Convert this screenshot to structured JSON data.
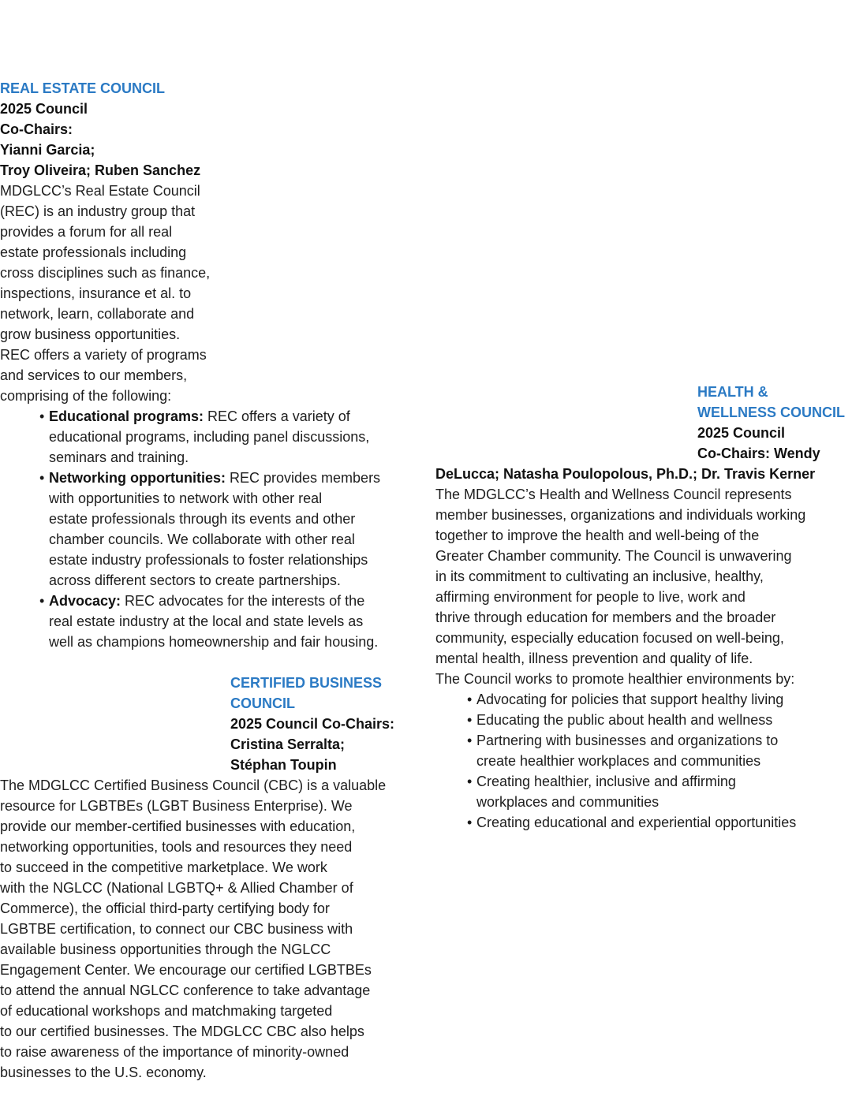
{
  "rec": {
    "title": "REAL ESTATE COUNCIL",
    "cochairs": [
      "2025 Council",
      "Co-Chairs:",
      "Yianni Garcia;",
      "Troy Oliveira; Ruben Sanchez"
    ],
    "intro": [
      "MDGLCC’s Real Estate Council",
      "(REC) is an industry group that",
      "provides a forum for all real",
      "estate professionals including",
      "cross disciplines such as finance,",
      "inspections, insurance et al. to",
      "network, learn, collaborate and",
      "grow business opportunities.",
      "REC offers a variety of programs",
      "and services to our members,",
      "comprising of the following:"
    ],
    "bullets": [
      {
        "label": "Educational programs:",
        "first": " REC offers a variety of",
        "rest": [
          "educational programs, including panel discussions,",
          "seminars and training."
        ]
      },
      {
        "label": "Networking opportunities:",
        "first": " REC provides members",
        "rest": [
          "with opportunities to network with other real",
          "estate professionals through its events and other",
          "chamber councils. We collaborate with other real",
          "estate industry professionals to foster relationships",
          "across different sectors to create partnerships."
        ]
      },
      {
        "label": "Advocacy:",
        "first": " REC advocates for the interests of the",
        "rest": [
          "real estate industry at the local and state levels as",
          "well as champions homeownership and fair housing."
        ]
      }
    ]
  },
  "cbc": {
    "title": [
      "CERTIFIED BUSINESS",
      "COUNCIL"
    ],
    "cochairs": [
      "2025 Council Co-Chairs:",
      "Cristina Serralta;",
      "Stéphan Toupin"
    ],
    "body": [
      "The MDGLCC Certified Business Council (CBC) is a valuable",
      "resource for LGBTBEs (LGBT Business Enterprise). We",
      "provide our member-certified businesses with education,",
      "networking opportunities,  tools and resources they need",
      "to succeed in the competitive marketplace. We work",
      "with the NGLCC (National LGBTQ+ & Allied Chamber of",
      "Commerce), the official third-party certifying body for",
      "LGBTBE certification, to connect our CBC business with",
      "available business opportunities through the NGLCC",
      "Engagement Center. We encourage our certified LGBTBEs",
      "to attend the annual NGLCC conference to take advantage",
      "of educational workshops and matchmaking targeted",
      "to our certified businesses. The MDGLCC CBC also helps",
      "to raise awareness of the importance of minority-owned",
      "businesses to the U.S. economy."
    ]
  },
  "hwc": {
    "title": [
      "HEALTH &",
      "WELLNESS COUNCIL"
    ],
    "cochairs": [
      "2025 Council",
      "Co-Chairs: Wendy"
    ],
    "cochairs_wide": "DeLucca; Natasha Poulopolous, Ph.D.; Dr. Travis Kerner",
    "body": [
      "The MDGLCC’s Health and Wellness Council represents",
      "member businesses, organizations and individuals working",
      "together to improve the health and well-being of the",
      "Greater Chamber community. The Council is unwavering",
      "in its commitment to cultivating an inclusive, healthy,",
      "affirming environment for people to live, work and",
      "thrive through education for members and the broader",
      "community, especially education focused on well-being,",
      "mental health, illness prevention and quality of life.",
      "The Council works to promote healthier environments by:"
    ],
    "bullets": [
      {
        "lines": [
          "Advocating for policies that support healthy living"
        ]
      },
      {
        "lines": [
          "Educating the public about health and wellness"
        ]
      },
      {
        "lines": [
          "Partnering with businesses and organizations to",
          "create healthier workplaces and communities"
        ]
      },
      {
        "lines": [
          "Creating healthier, inclusive and affirming",
          "workplaces and communities"
        ]
      },
      {
        "lines": [
          "Creating educational and experiential opportunities"
        ]
      }
    ]
  },
  "colors": {
    "heading": "#2b7ac4",
    "text": "#1e1e1e"
  }
}
